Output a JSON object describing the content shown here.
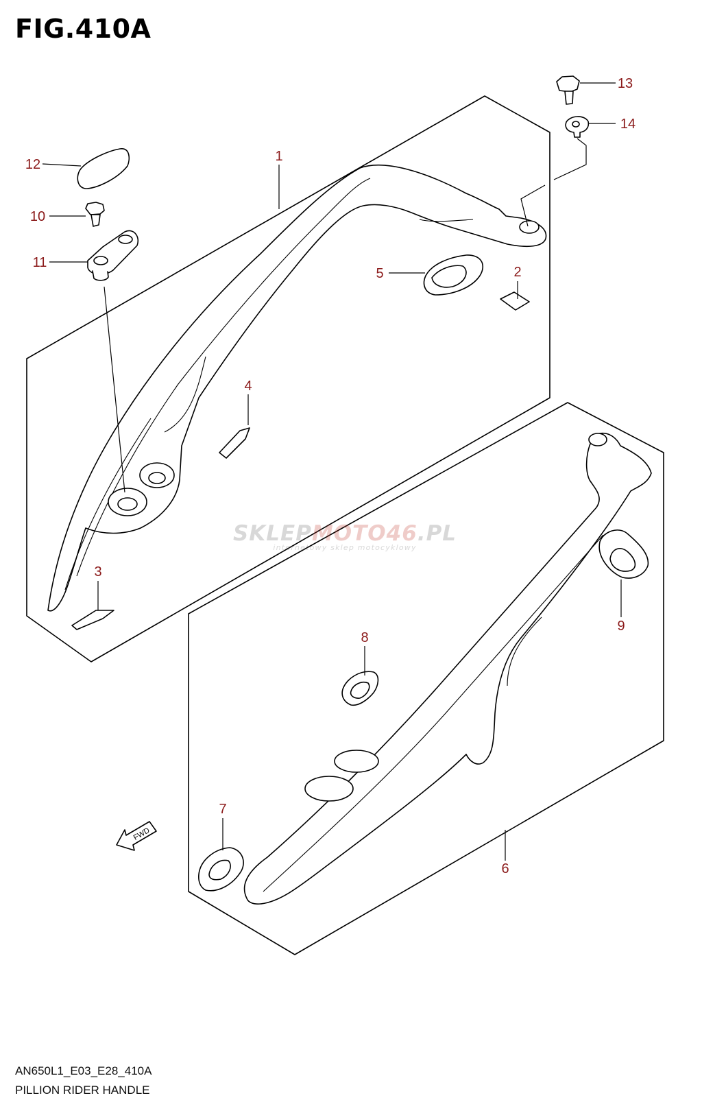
{
  "figure": {
    "title": "FIG.410A"
  },
  "watermark": {
    "main_a": "SKLEP",
    "main_b": "MOTO",
    "main_c": "46",
    "main_d": ".PL",
    "sub": "internetowy sklep motocyklowy"
  },
  "callouts": [
    "1",
    "2",
    "3",
    "4",
    "5",
    "6",
    "7",
    "8",
    "9",
    "10",
    "11",
    "12",
    "13",
    "14"
  ],
  "fwd_label": "FWD",
  "footer": {
    "code": "AN650L1_E03_E28_410A",
    "name": "PILLION RIDER HANDLE"
  },
  "colors": {
    "label": "#8b1a1a",
    "line": "#000000",
    "watermark_red": "#c0392b"
  }
}
